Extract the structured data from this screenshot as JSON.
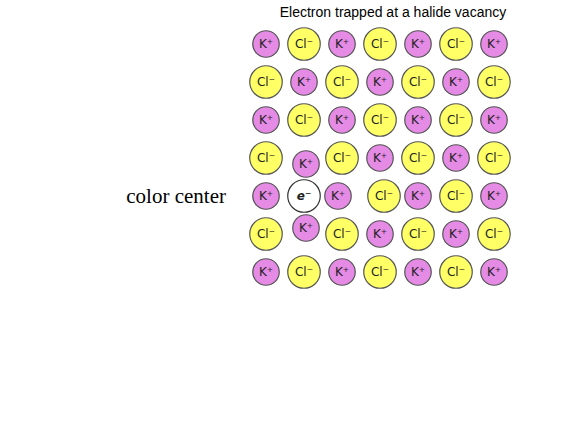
{
  "diagram": {
    "title": "Electron trapped at a halide vacancy",
    "nodes": [
      {
        "text": [
          "K⁺"
        ]
      },
      {
        "text": [
          "Cl⁻"
        ]
      },
      {
        "text": [
          "K⁺"
        ]
      },
      {
        "text": [
          "Cl⁻"
        ]
      },
      {
        "text": [
          "K⁺"
        ]
      },
      {
        "text": [
          "Cl⁻"
        ]
      },
      {
        "text": [
          "K⁺"
        ]
      },
      {
        "text": [
          "Cl⁻"
        ]
      },
      {
        "text": [
          "K⁺"
        ]
      },
      {
        "text": [
          "Cl⁻"
        ]
      },
      {
        "text": [
          "K⁺"
        ]
      },
      {
        "text": [
          "Cl⁻"
        ]
      },
      {
        "text": [
          "K⁺"
        ]
      },
      {
        "text": [
          "Cl⁻"
        ]
      },
      {
        "text": [
          "K⁺"
        ]
      },
      {
        "text": [
          "Cl⁻"
        ]
      },
      {
        "text": [
          "K⁺"
        ]
      },
      {
        "text": [
          "Cl⁻"
        ]
      },
      {
        "text": [
          "K⁺"
        ]
      },
      {
        "text": [
          "Cl⁻"
        ]
      },
      {
        "text": [
          "K⁺"
        ]
      },
      {
        "text": [
          "Cl⁻"
        ]
      },
      {
        "text": [
          "K⁺"
        ]
      },
      {
        "text": [
          "Cl⁻"
        ]
      },
      {
        "text": [
          "K⁺"
        ]
      },
      {
        "text": [
          "Cl⁻"
        ]
      },
      {
        "text": [
          "K⁺"
        ]
      },
      {
        "text": [
          "Cl⁻"
        ]
      },
      {
        "text": [
          "K⁺"
        ]
      },
      {
        "text": [
          "e⁻"
        ]
      },
      {
        "text": [
          "K⁺"
        ]
      },
      {
        "text": [
          "Cl⁻"
        ]
      },
      {
        "text": [
          "K⁺"
        ]
      },
      {
        "text": [
          "Cl⁻"
        ]
      },
      {
        "text": [
          "K⁺"
        ]
      },
      {
        "text": [
          "Cl⁻"
        ]
      },
      {
        "text": [
          "K⁺"
        ]
      },
      {
        "text": [
          "Cl⁻"
        ]
      },
      {
        "text": [
          "K⁺"
        ]
      },
      {
        "text": [
          "Cl⁻"
        ]
      },
      {
        "text": [
          "K⁺"
        ]
      },
      {
        "text": [
          "Cl⁻"
        ]
      },
      {
        "text": [
          "K⁺"
        ]
      },
      {
        "text": [
          "Cl⁻"
        ]
      },
      {
        "text": [
          "K⁺"
        ]
      },
      {
        "text": [
          "Cl⁻"
        ]
      },
      {
        "text": [
          "K⁺"
        ]
      },
      {
        "text": [
          "Cl⁻"
        ]
      },
      {
        "text": [
          "K⁺"
        ]
      }
    ],
    "labels": [
      "color center"
    ]
  }
}
